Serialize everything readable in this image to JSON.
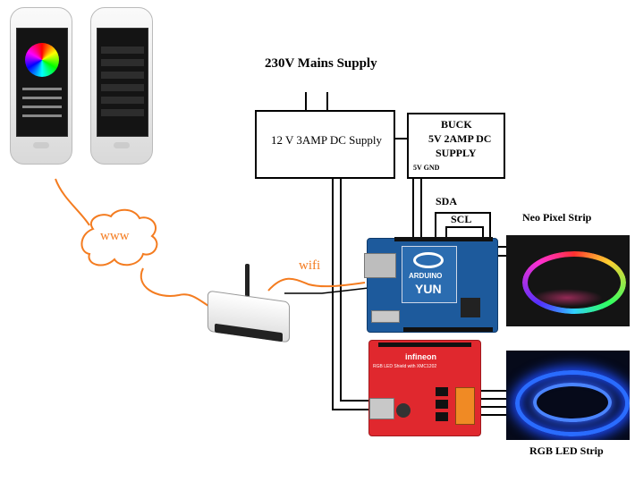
{
  "labels": {
    "mains": "230V Mains Supply",
    "supply12": "12 V  3AMP DC Supply",
    "buck_line1": "BUCK",
    "buck_line2": "5V 2AMP DC",
    "buck_line3": "SUPPLY",
    "buck_pins": "5V GND",
    "sda": "SDA",
    "scl": "SCL",
    "neopixel": "Neo Pixel Strip",
    "rgb": "RGB LED Strip",
    "wifi": "wifi",
    "www": "www"
  },
  "boards": {
    "arduino_brand": "ARDUINO",
    "arduino_model": "YUN",
    "shield_brand": "infineon",
    "shield_text": "RGB LED Shield with XMC1202"
  },
  "colors": {
    "orange": "#f47c20",
    "arduino_blue": "#1d5a9c",
    "shield_red": "#e0282e",
    "wire": "#000000"
  }
}
